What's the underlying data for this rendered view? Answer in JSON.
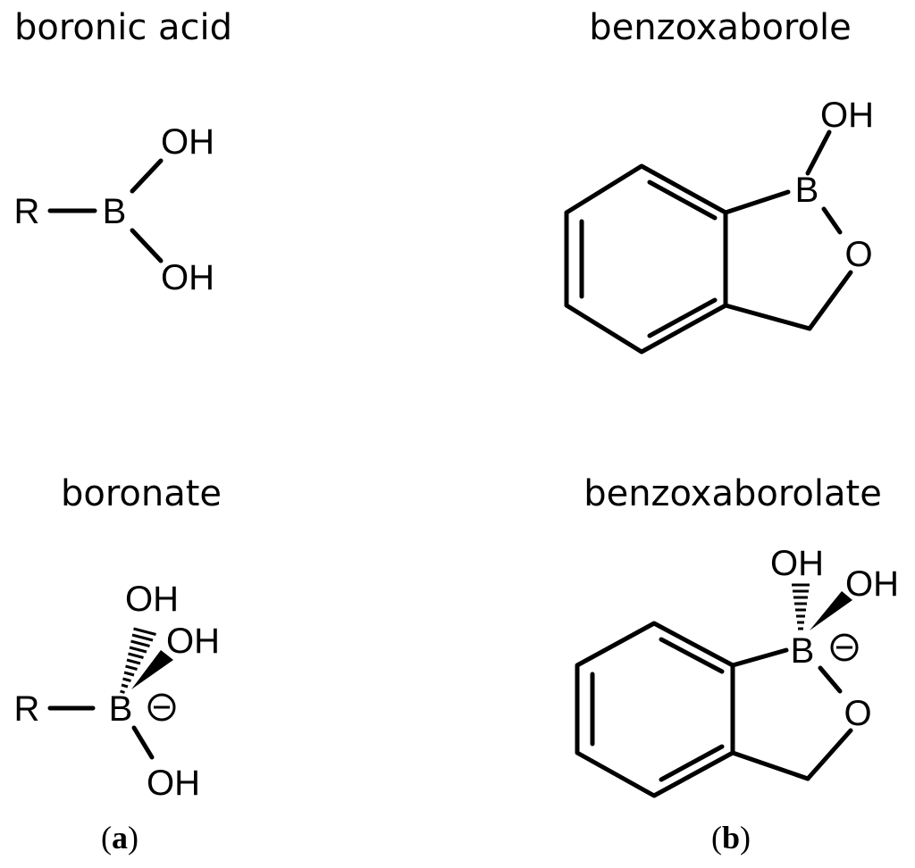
{
  "panels": [
    {
      "id": "a",
      "label_open": "(",
      "label_letter": "a",
      "label_close": ")",
      "structures": [
        {
          "name": "boronic acid",
          "atoms": {
            "r": "R",
            "b": "B",
            "oh_top": "OH",
            "oh_bottom": "OH"
          }
        },
        {
          "name": "boronate",
          "atoms": {
            "r": "R",
            "b": "B",
            "oh_hash": "OH",
            "oh_wedge": "OH",
            "oh_bottom": "OH"
          }
        }
      ]
    },
    {
      "id": "b",
      "label_open": "(",
      "label_letter": "b",
      "label_close": ")",
      "structures": [
        {
          "name": "benzoxaborole",
          "atoms": {
            "oh": "OH",
            "b": "B",
            "o": "O"
          }
        },
        {
          "name": "benzoxaborolate",
          "atoms": {
            "oh_hash": "OH",
            "oh_wedge": "OH",
            "b": "B",
            "o": "O"
          }
        }
      ]
    }
  ]
}
